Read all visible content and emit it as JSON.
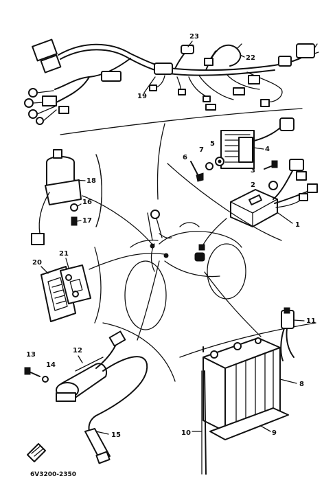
{
  "callouts": [
    "1",
    "2",
    "3",
    "4",
    "5",
    "6",
    "7",
    "8",
    "9",
    "10",
    "11",
    "12",
    "13",
    "14",
    "15",
    "16",
    "17",
    "18",
    "19",
    "20",
    "21",
    "22",
    "23"
  ],
  "diagram_code": "6V3200-2350"
}
